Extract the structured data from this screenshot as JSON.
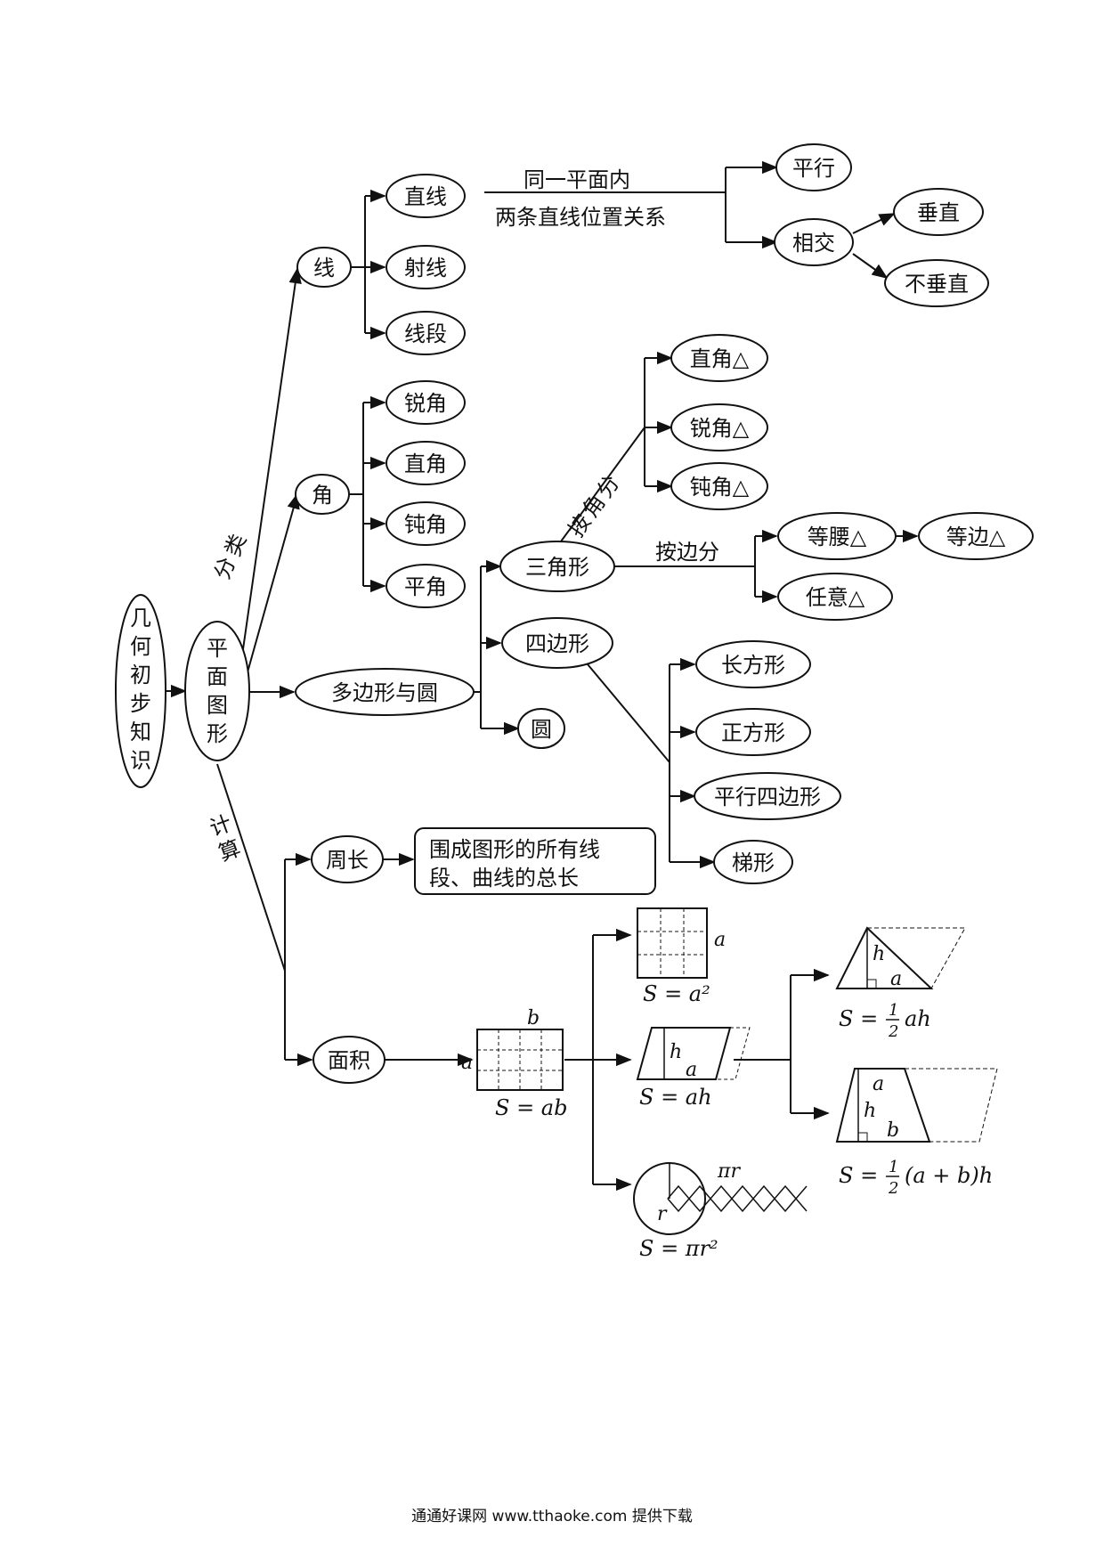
{
  "nodes": {
    "root": {
      "chars": [
        "几",
        "何",
        "初",
        "步",
        "知",
        "识"
      ]
    },
    "plane": {
      "chars": [
        "平",
        "面",
        "图",
        "形"
      ]
    },
    "line": "线",
    "straight": "直线",
    "ray": "射线",
    "segment": "线段",
    "parallel": "平行",
    "intersect": "相交",
    "perpendicular": "垂直",
    "not_perpendicular": "不垂直",
    "angle": "角",
    "acute": "锐角",
    "right": "直角",
    "obtuse": "钝角",
    "straight_angle": "平角",
    "polygon_circle": "多边形与圆",
    "triangle": "三角形",
    "quadrilateral": "四边形",
    "circle": "圆",
    "right_tri": "直角△",
    "acute_tri": "锐角△",
    "obtuse_tri": "钝角△",
    "isosceles_tri": "等腰△",
    "equilateral_tri": "等边△",
    "scalene_tri": "任意△",
    "rectangle": "长方形",
    "square": "正方形",
    "parallelogram": "平行四边形",
    "trapezoid": "梯形",
    "perimeter": "周长",
    "perimeter_def": [
      "围成图形的所有线",
      "段、曲线的总长"
    ],
    "area": "面积"
  },
  "edge_labels": {
    "classify": [
      "分",
      "类"
    ],
    "compute": [
      "计",
      "算"
    ],
    "same_plane": "同一平面内",
    "two_lines": "两条直线位置关系",
    "by_angle": [
      "按",
      "角",
      "分"
    ],
    "by_side": "按边分"
  },
  "formulas": {
    "rect_b": "b",
    "rect_a": "a",
    "rect": "S = ab",
    "square_a": "a",
    "square": "S = a²",
    "para_h": "h",
    "para_a": "a",
    "para": "S = ah",
    "circle_r": "r",
    "circle_pir": "πr",
    "circle": "S = πr²",
    "tri_h": "h",
    "tri_a": "a",
    "tri_prefix": "S =",
    "tri_num": "1",
    "tri_den": "2",
    "tri_tail": "ah",
    "trap_a": "a",
    "trap_h": "h",
    "trap_b": "b",
    "trap_prefix": "S =",
    "trap_num": "1",
    "trap_den": "2",
    "trap_tail": "(a + b)h"
  },
  "footer": "通通好课网  www.tthaoke.com  提供下载"
}
